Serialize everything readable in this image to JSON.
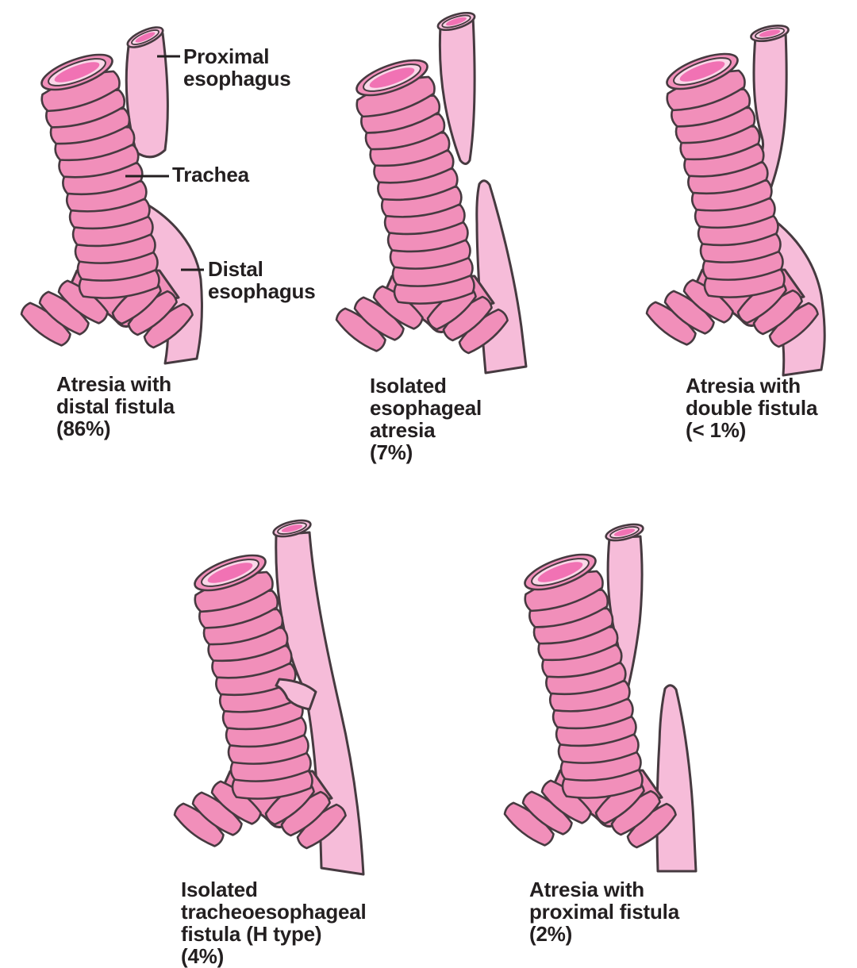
{
  "diagram_subject": "Types of esophageal atresia and tracheoesophageal fistula",
  "colors": {
    "trachea": "#f18fba",
    "esophagus": "#f6bcd9",
    "rim": "#fad7e8",
    "lumen": "#f172b4",
    "outline": "#463a40",
    "text": "#231f20",
    "bg": "#ffffff"
  },
  "labels": {
    "proximal_esophagus": "Proximal esophagus",
    "trachea": "Trachea",
    "distal_esophagus": "Distal esophagus"
  },
  "variants": [
    {
      "name": "Atresia with distal fistula",
      "prevalence": "86%",
      "caption_lines": [
        "Atresia with",
        "distal fistula",
        "(86%)"
      ]
    },
    {
      "name": "Isolated esophageal atresia",
      "prevalence": "7%",
      "caption_lines": [
        "Isolated",
        "esophageal",
        "atresia",
        "(7%)"
      ]
    },
    {
      "name": "Atresia with double fistula",
      "prevalence": "< 1%",
      "caption_lines": [
        "Atresia with",
        "double fistula",
        "(< 1%)"
      ]
    },
    {
      "name": "Isolated tracheoesophageal fistula (H type)",
      "prevalence": "4%",
      "caption_lines": [
        "Isolated",
        "tracheoesophageal",
        "fistula (H type)",
        "(4%)"
      ]
    },
    {
      "name": "Atresia with proximal fistula",
      "prevalence": "2%",
      "caption_lines": [
        "Atresia with",
        "proximal fistula",
        "(2%)"
      ]
    }
  ]
}
